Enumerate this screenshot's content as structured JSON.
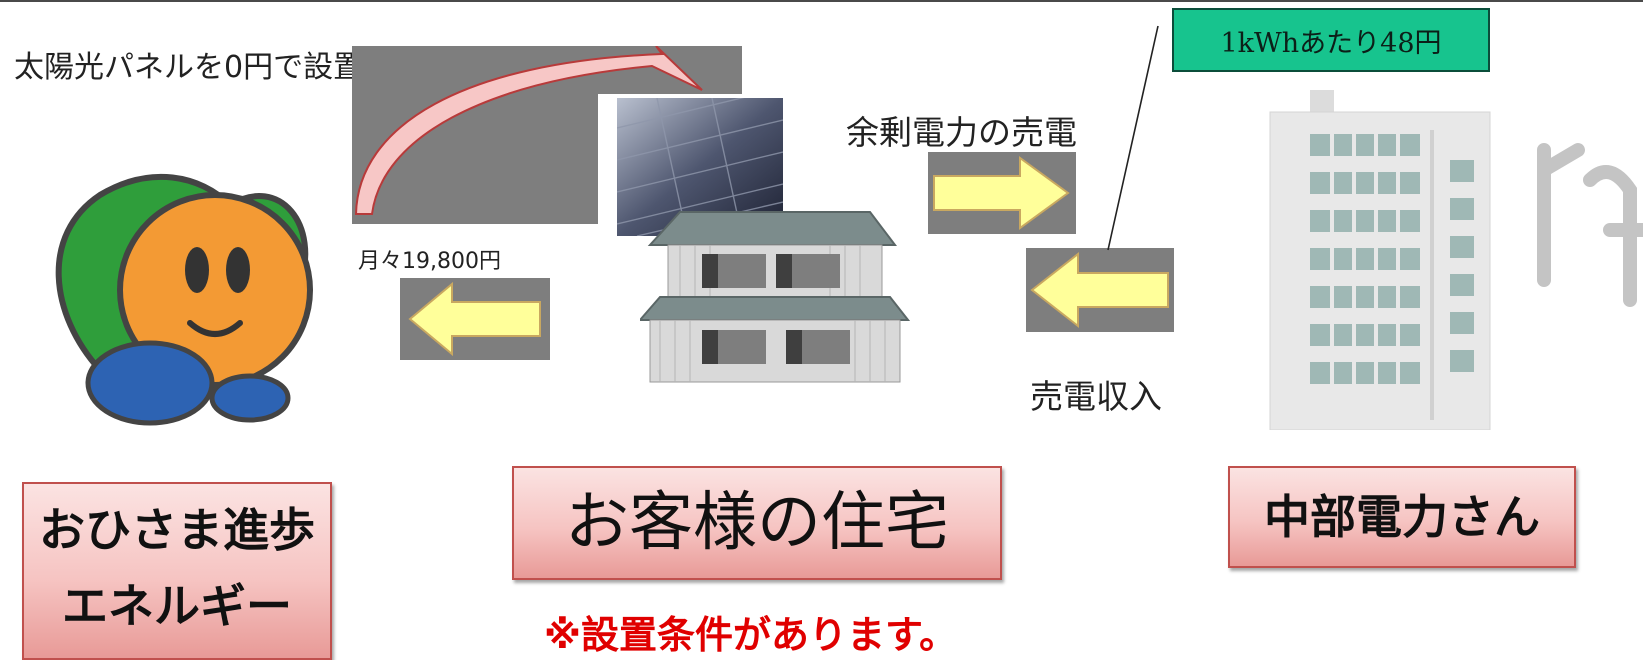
{
  "top_left_label": "太陽光パネルを0円で設置",
  "monthly_fee_label": "月々19,800円",
  "surplus_sale_label": "余剰電力の売電",
  "sales_income_label": "売電収入",
  "rate_box": "1kWhあたり48円",
  "entities": {
    "company": "おひさま進歩\nエネルギー",
    "customer_house": "お客様の住宅",
    "utility": "中部電力さん"
  },
  "conditions_note": "※設置条件があります。",
  "colors": {
    "label_border": "#c0504d",
    "arrow_fill": "#ffff9a",
    "arrow_stroke": "#c9a860",
    "rate_box_fill": "#17c48e",
    "note_red": "#e00000",
    "mascot_green": "#2f9e3b",
    "mascot_orange": "#f39a34",
    "mascot_blue": "#2d63b3"
  }
}
